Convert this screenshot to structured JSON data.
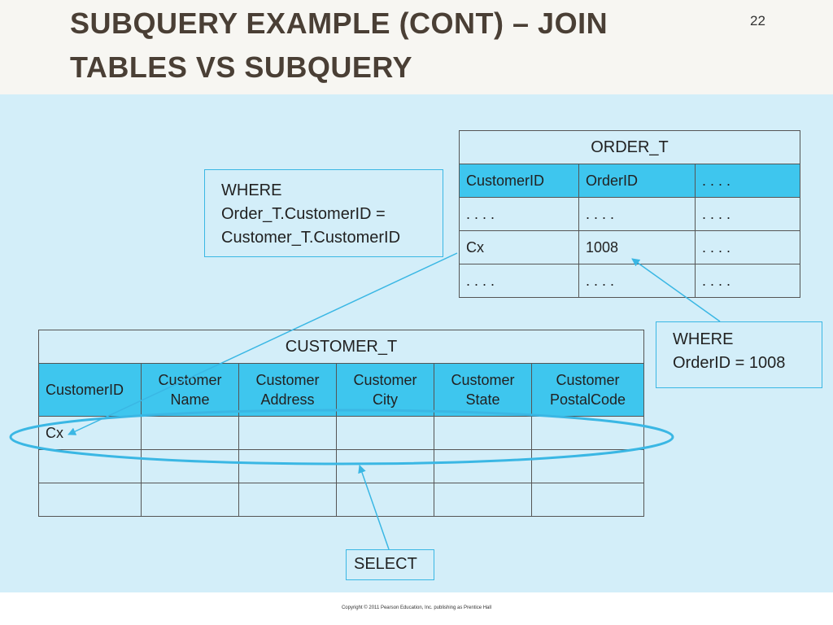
{
  "slide": {
    "title": "SUBQUERY EXAMPLE (CONT) – JOIN TABLES VS SUBQUERY",
    "number": "22",
    "copyright": "Copyright © 2011 Pearson Education, Inc. publishing as Prentice Hall"
  },
  "order_table": {
    "title": "ORDER_T",
    "headers": [
      "CustomerID",
      "OrderID",
      ". . . ."
    ],
    "rows": [
      [
        ". . . .",
        ". . . .",
        ". . . ."
      ],
      [
        "Cx",
        "1008",
        ". . . ."
      ],
      [
        ". . . .",
        ". . . .",
        ". . . ."
      ]
    ]
  },
  "customer_table": {
    "title": "CUSTOMER_T",
    "headers": [
      [
        "CustomerID"
      ],
      [
        "Customer",
        "Name"
      ],
      [
        "Customer",
        "Address"
      ],
      [
        "Customer",
        "City"
      ],
      [
        "Customer",
        "State"
      ],
      [
        "Customer",
        "PostalCode"
      ]
    ],
    "rows": [
      [
        "Cx",
        "",
        "",
        "",
        "",
        ""
      ],
      [
        "",
        "",
        "",
        "",
        "",
        ""
      ],
      [
        "",
        "",
        "",
        "",
        "",
        ""
      ]
    ]
  },
  "callouts": {
    "where_join": [
      "WHERE",
      "Order_T.CustomerID =",
      "Customer_T.CustomerID"
    ],
    "where_order": [
      "WHERE",
      "OrderID = 1008"
    ],
    "select": "SELECT"
  },
  "colors": {
    "header_fill": "#3ec6ee",
    "diagram_background": "#d3eef9",
    "accent_line": "#3ab7e4",
    "title_text": "#4a3f35"
  }
}
